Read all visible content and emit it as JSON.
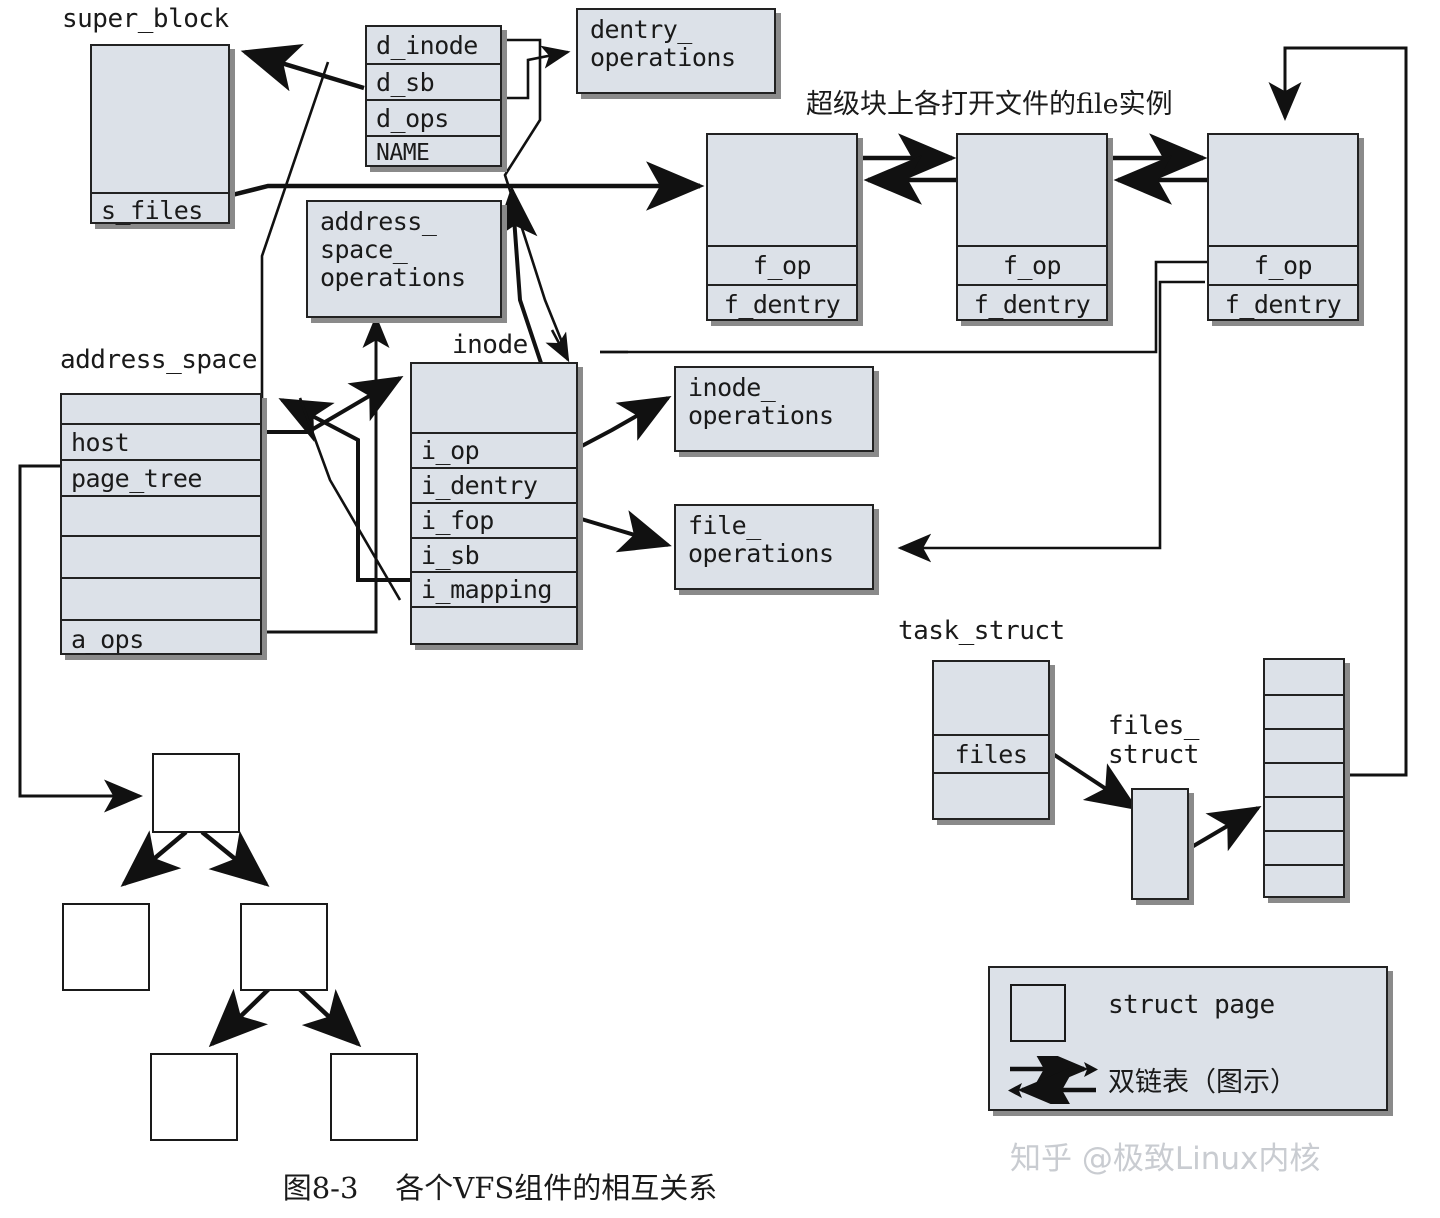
{
  "figure": {
    "caption": "图8-3    各个VFS组件的相互关系",
    "watermark": "知乎 @极致Linux内核",
    "annotation_file_list": "超级块上各打开文件的file实例",
    "colors": {
      "box_fill": "#dce1e8",
      "box_border": "#222222",
      "shadow": "#8a8a8a",
      "page_node_fill": "#ffffff",
      "background": "#ffffff"
    }
  },
  "structs": {
    "super_block": {
      "label": "super_block",
      "rows": [
        "",
        "s_files"
      ]
    },
    "dentry": {
      "label": "",
      "rows": [
        "d_inode",
        "d_sb",
        "d_ops",
        "NAME"
      ]
    },
    "address_space": {
      "label": "address_space",
      "rows": [
        "",
        "host",
        "page_tree",
        "",
        "",
        "",
        "a_ops"
      ]
    },
    "inode": {
      "label": "inode",
      "rows": [
        "",
        "i_op",
        "i_dentry",
        "i_fop",
        "i_sb",
        "i_mapping",
        ""
      ]
    },
    "task_struct": {
      "label": "task_struct",
      "rows": [
        "",
        "files",
        ""
      ]
    },
    "files_struct": {
      "label": "files_\nstruct",
      "rows": [
        ""
      ]
    },
    "fd_array": {
      "label": "",
      "rows": [
        "",
        "",
        "",
        "",
        "",
        "",
        ""
      ]
    },
    "files": [
      {
        "label": "",
        "rows": [
          "",
          "f_op",
          "f_dentry"
        ]
      },
      {
        "label": "",
        "rows": [
          "",
          "f_op",
          "f_dentry"
        ]
      },
      {
        "label": "",
        "rows": [
          "",
          "f_op",
          "f_dentry"
        ]
      }
    ]
  },
  "op_boxes": {
    "dentry_operations": "dentry_\noperations",
    "address_space_operations": "address_\nspace_\noperations",
    "inode_operations": "inode_\noperations",
    "file_operations": "file_\noperations"
  },
  "radix_tree": {
    "nodes": [
      "",
      "",
      "",
      "",
      ""
    ]
  },
  "legend": {
    "page_label": "struct page",
    "list_label": "双链表（图示）"
  }
}
